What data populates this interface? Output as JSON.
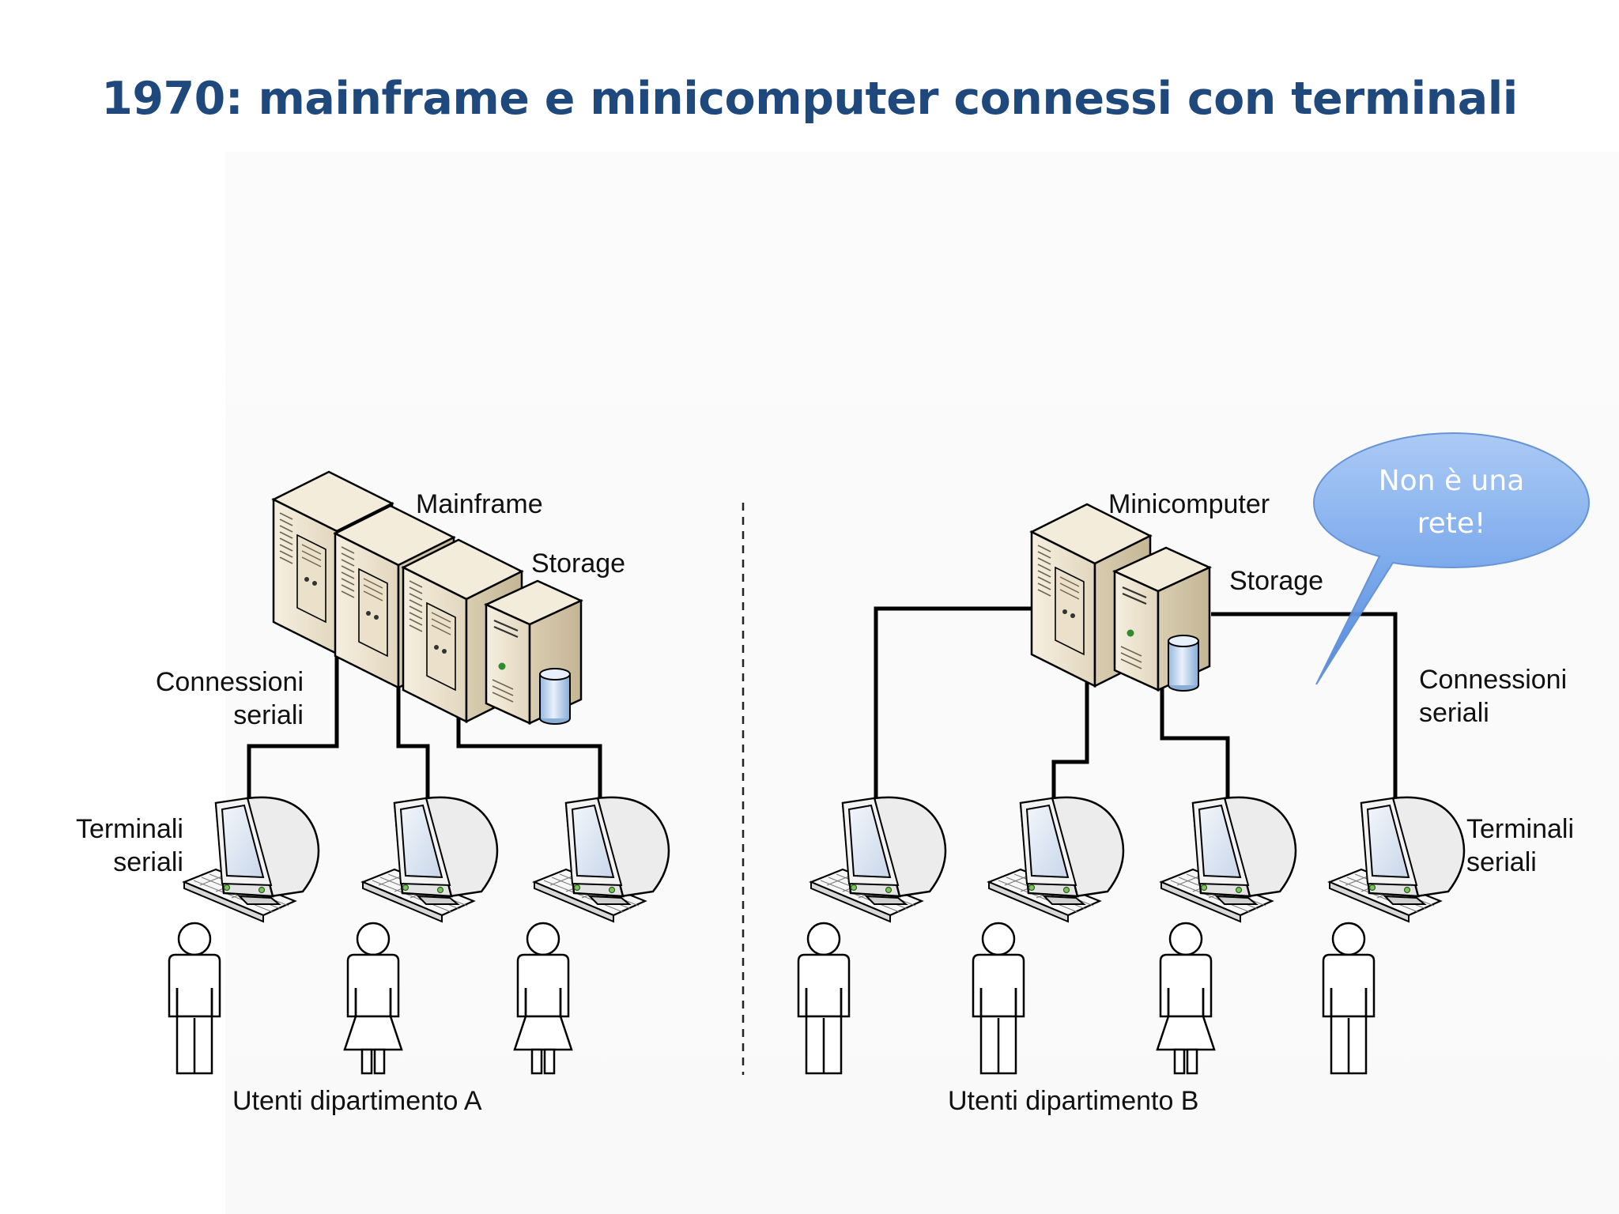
{
  "title": "1970: mainframe e minicomputer connessi con terminali",
  "left": {
    "server_label": "Mainframe",
    "storage_label": "Storage",
    "connections_label": [
      "Connessioni",
      "seriali"
    ],
    "terminals_label": [
      "Terminali",
      "seriali"
    ],
    "users_label": "Utenti dipartimento A"
  },
  "right": {
    "server_label": "Minicomputer",
    "storage_label": "Storage",
    "connections_label": [
      "Connessioni",
      "seriali"
    ],
    "terminals_label": [
      "Terminali",
      "seriali"
    ],
    "users_label": "Utenti dipartimento B"
  },
  "callout": [
    "Non è una",
    "rete!"
  ],
  "colors": {
    "title": "#1f497d",
    "callout_fill": "#6fa0e6",
    "server_fill": "#efe6d2",
    "monitor_screen": "#dfe8f5"
  }
}
